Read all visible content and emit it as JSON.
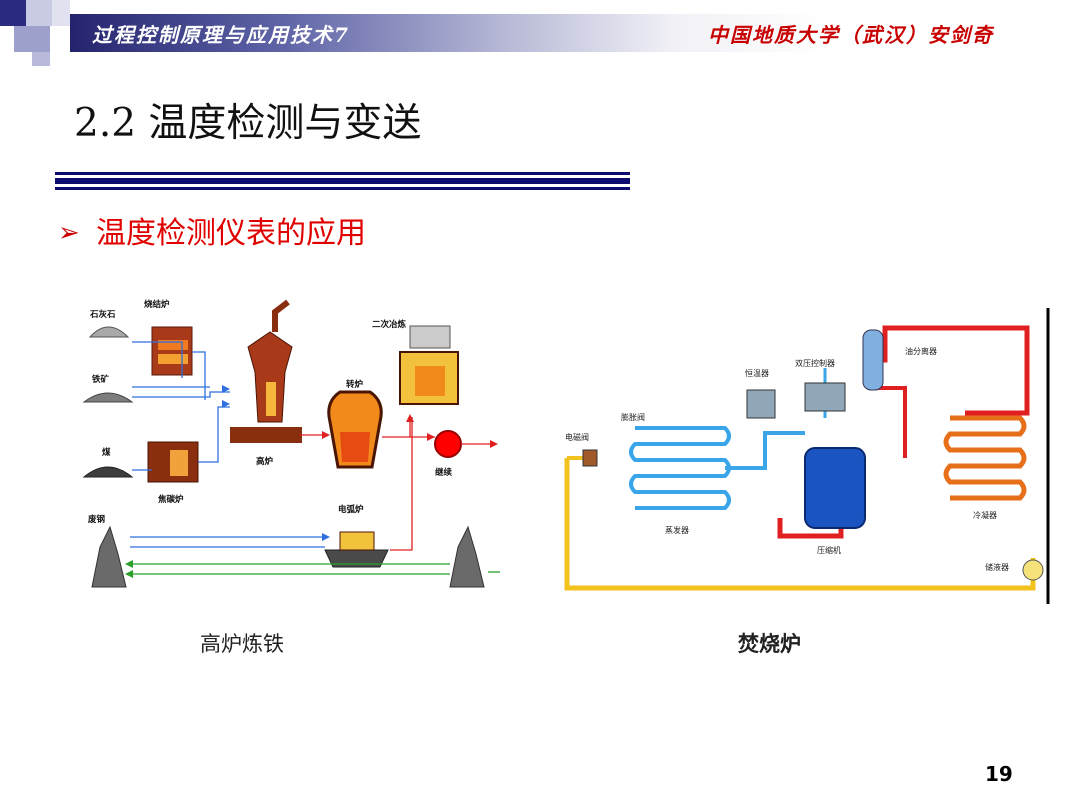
{
  "header": {
    "course": "过程控制原理与应用技术7",
    "institution": "中国地质大学（武汉）安剑奇"
  },
  "slide": {
    "title": "2.2 温度检测与变送",
    "bullet": "温度检测仪表的应用",
    "page_number": "19"
  },
  "figures": {
    "left": {
      "caption": "高炉炼铁",
      "labels": {
        "limestone": "石灰石",
        "sinter": "烧结炉",
        "iron_ore": "铁矿",
        "coal": "煤",
        "coke_oven": "焦碳炉",
        "scrap": "废钢",
        "blast_furnace": "高炉",
        "converter": "转炉",
        "secondary": "二次冶炼",
        "continuous": "继续",
        "arc_furnace": "电弧炉"
      }
    },
    "right": {
      "caption": "焚烧炉",
      "labels": {
        "solenoid": "电磁阀",
        "expansion": "膨胀阀",
        "thermostat": "恒温器",
        "dual_pressure": "双压控制器",
        "oil_separator": "油分离器",
        "evaporator": "蒸发器",
        "compressor": "压缩机",
        "condenser": "冷凝器",
        "receiver": "储液器"
      }
    }
  },
  "colors": {
    "title_red": "#e00000",
    "header_red": "#c80000",
    "rule_navy": "#0d0d70"
  }
}
